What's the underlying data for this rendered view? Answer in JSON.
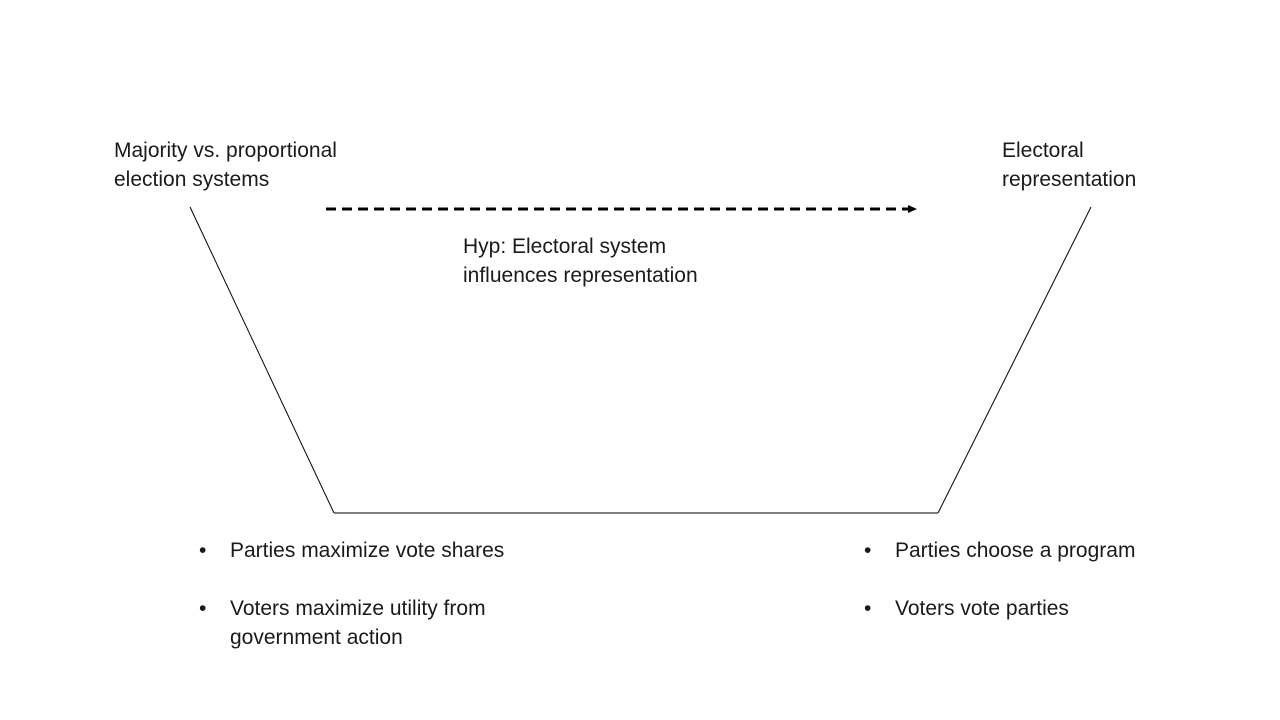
{
  "diagram": {
    "nodes": {
      "left": {
        "lines": [
          "Majority vs. proportional",
          "election systems"
        ]
      },
      "right": {
        "lines": [
          "Electoral",
          "representation"
        ]
      }
    },
    "edge": {
      "style": "dashed-arrow",
      "label_lines": [
        "Hyp: Electoral system",
        "influences representation"
      ]
    },
    "bullets_left": [
      {
        "lines": [
          "Parties maximize vote shares"
        ]
      },
      {
        "lines": [
          "Voters maximize utility from",
          "government action"
        ]
      }
    ],
    "bullets_right": [
      {
        "lines": [
          "Parties choose a program"
        ]
      },
      {
        "lines": [
          "Voters vote parties"
        ]
      }
    ]
  },
  "colors": {
    "line": "#000000",
    "text": "#1a1a1a",
    "background": "#ffffff"
  }
}
